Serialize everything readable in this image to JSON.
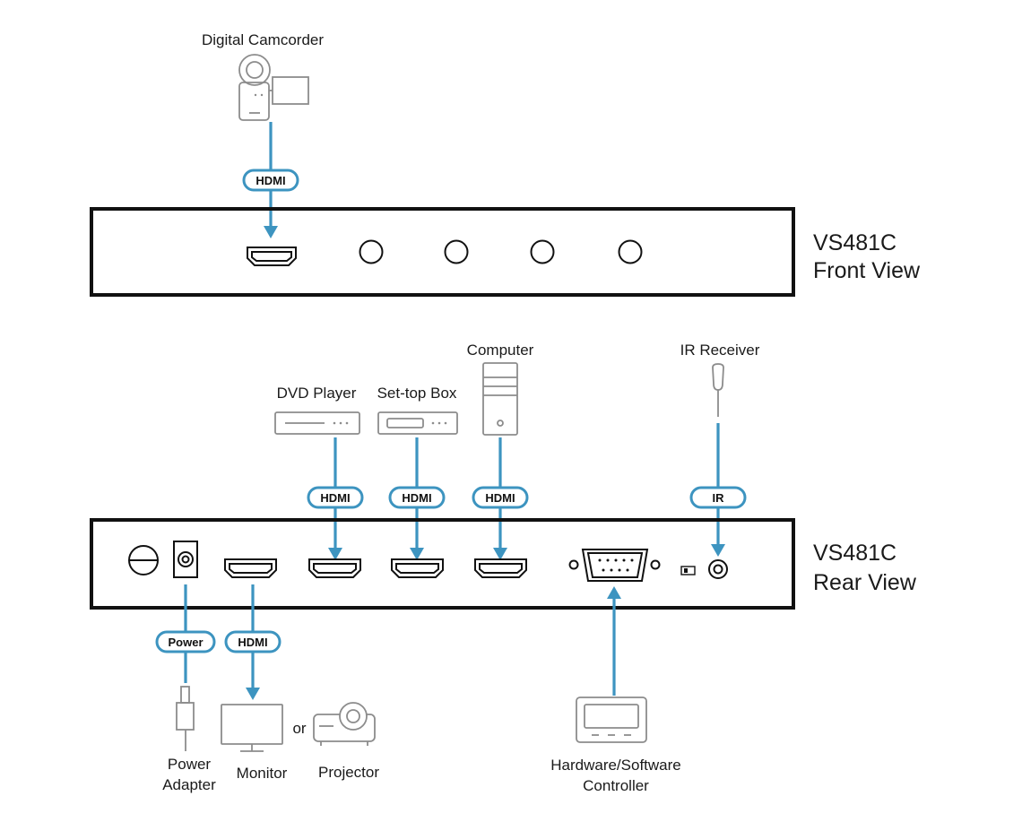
{
  "front_view": {
    "model": "VS481C",
    "view": "Front View",
    "source_label": "Digital Camcorder",
    "cable_label": "HDMI"
  },
  "rear_view": {
    "model": "VS481C",
    "view": "Rear View",
    "inputs": [
      {
        "label": "DVD Player",
        "cable": "HDMI"
      },
      {
        "label": "Set-top Box",
        "cable": "HDMI"
      },
      {
        "label": "Computer",
        "cable": "HDMI"
      }
    ],
    "ir": {
      "label": "IR Receiver",
      "cable": "IR"
    },
    "power": {
      "label_line1": "Power",
      "label_line2": "Adapter",
      "cable": "Power"
    },
    "output": {
      "cable": "HDMI",
      "monitor": "Monitor",
      "or": "or",
      "projector": "Projector"
    },
    "controller": {
      "label_line1": "Hardware/Software",
      "label_line2": "Controller"
    }
  },
  "colors": {
    "cable": "#3d94c0",
    "device": "#8c8c8c",
    "chassis": "#111111"
  }
}
